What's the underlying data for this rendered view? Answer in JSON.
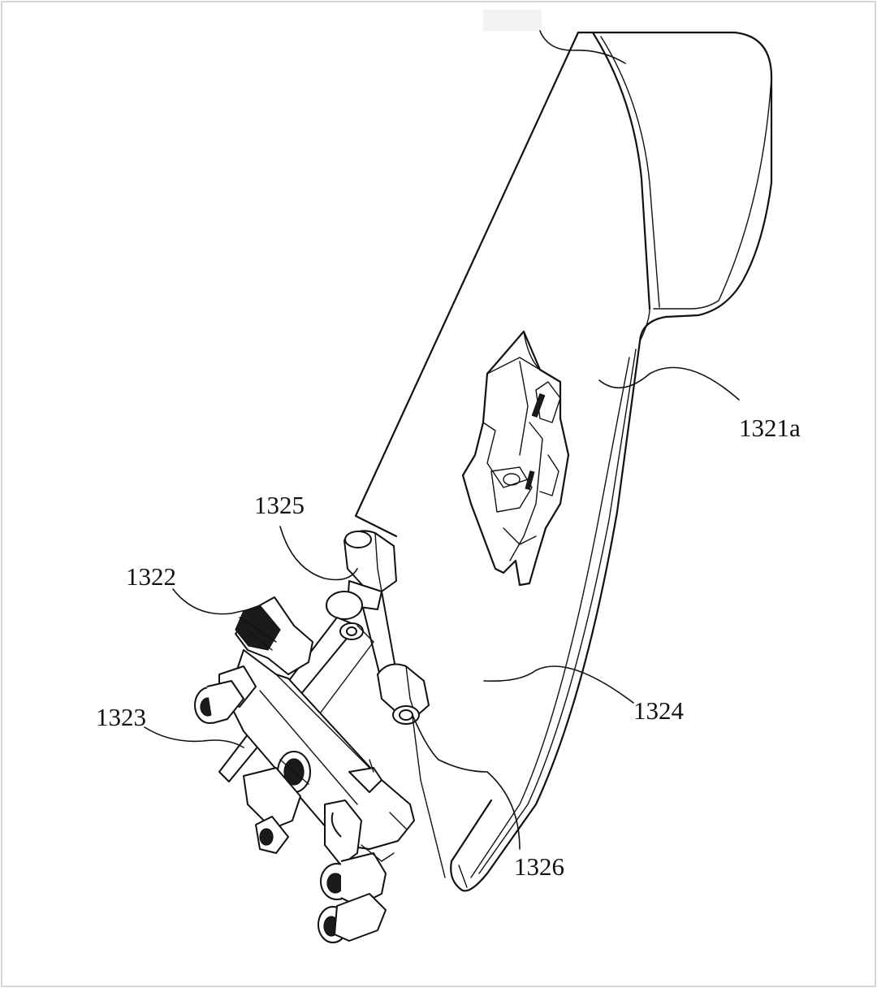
{
  "figure": {
    "labels": [
      {
        "id": "label-1321a",
        "text": "1321a"
      },
      {
        "id": "label-1325",
        "text": "1325"
      },
      {
        "id": "label-1322",
        "text": "1322"
      },
      {
        "id": "label-1323",
        "text": "1323"
      },
      {
        "id": "label-1324",
        "text": "1324"
      },
      {
        "id": "label-1326",
        "text": "1326"
      }
    ]
  }
}
